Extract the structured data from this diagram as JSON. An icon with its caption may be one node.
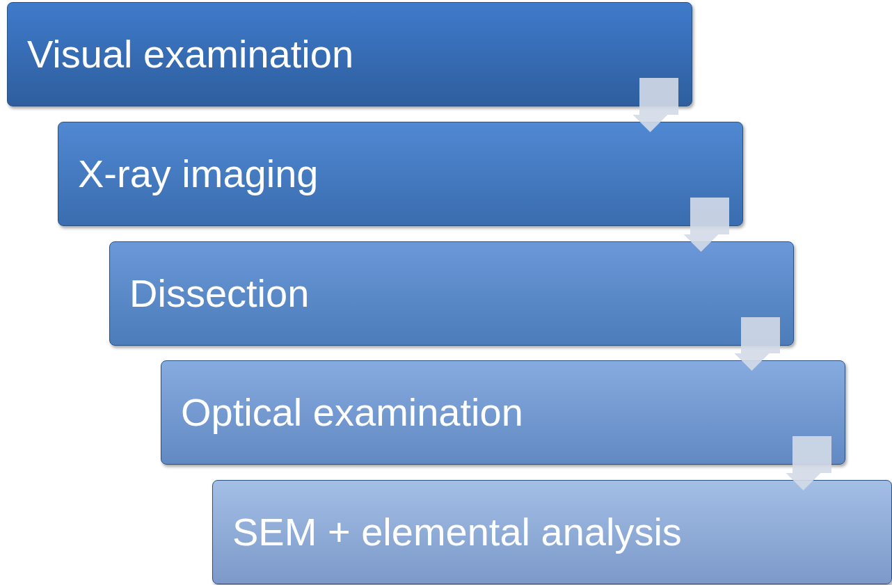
{
  "diagram": {
    "nodes": [
      {
        "text": [
          "Visual examination"
        ]
      },
      {
        "text": [
          "X-ray imaging"
        ]
      },
      {
        "text": [
          "Dissection"
        ]
      },
      {
        "text": [
          "Optical examination"
        ]
      },
      {
        "text": [
          "SEM + elemental analysis"
        ]
      }
    ],
    "edges": [
      {
        "from": 0,
        "to": 1,
        "arrow": "to"
      },
      {
        "from": 1,
        "to": 2,
        "arrow": "to"
      },
      {
        "from": 2,
        "to": 3,
        "arrow": "to"
      },
      {
        "from": 3,
        "to": 4,
        "arrow": "to"
      }
    ]
  }
}
